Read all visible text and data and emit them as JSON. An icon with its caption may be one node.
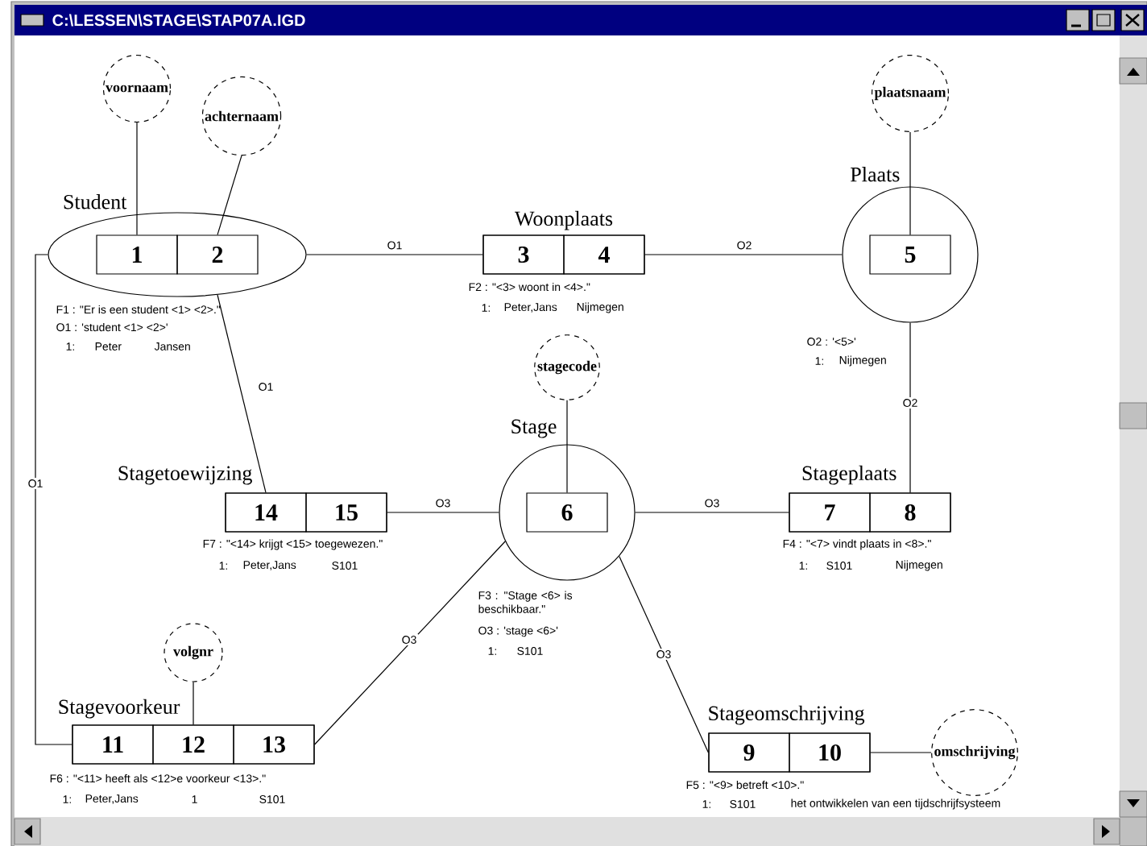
{
  "diagram": {
    "title": "C:\\LESSEN\\STAGE\\STAP07A.IGD",
    "nodes": [
      {
        "text": [
          "voornaam"
        ]
      },
      {
        "text": [
          "achternaam"
        ]
      },
      {
        "text": [
          "plaatsnaam"
        ]
      },
      {
        "text": [
          "Student"
        ],
        "beside": [
          "F1 : \"Er is een student <1> <2>.\"",
          "O1 : 'student <1> <2>'",
          "1:",
          "Peter",
          "Jansen"
        ]
      },
      {
        "text": [
          "1"
        ],
        "in": 3
      },
      {
        "text": [
          "2"
        ],
        "in": 3
      },
      {
        "text": [
          "Woonplaats"
        ],
        "beside": [
          "F2 : \"<3> woont in <4>.\"",
          "1:",
          "Peter,Jans",
          "Nijmegen"
        ]
      },
      {
        "text": [
          "3"
        ],
        "in": 6
      },
      {
        "text": [
          "4"
        ],
        "in": 6
      },
      {
        "text": [
          "Plaats"
        ],
        "beside": [
          "O2 : '<5>'",
          "1:",
          "Nijmegen"
        ]
      },
      {
        "text": [
          "5"
        ],
        "in": 9
      },
      {
        "text": [
          "stagecode"
        ]
      },
      {
        "text": [
          "Stage"
        ],
        "beside": [
          "F3 : \"Stage <6> is beschikbaar.\"",
          "O3 : 'stage <6>'",
          "1:",
          "S101"
        ]
      },
      {
        "text": [
          "6"
        ],
        "in": 12
      },
      {
        "text": [
          "Stagetoewijzing"
        ],
        "beside": [
          "F7 : \"<14> krijgt <15> toegewezen.\"",
          "1:",
          "Peter,Jans",
          "S101"
        ]
      },
      {
        "text": [
          "14"
        ],
        "in": 14
      },
      {
        "text": [
          "15"
        ],
        "in": 14
      },
      {
        "text": [
          "Stageplaats"
        ],
        "beside": [
          "F4 : \"<7> vindt plaats in <8>.\"",
          "1:",
          "S101",
          "Nijmegen"
        ]
      },
      {
        "text": [
          "7"
        ],
        "in": 17
      },
      {
        "text": [
          "8"
        ],
        "in": 17
      },
      {
        "text": [
          "volgnr"
        ]
      },
      {
        "text": [
          "Stagevoorkeur"
        ],
        "beside": [
          "F6 : \"<11> heeft als <12>e voorkeur <13>.\"",
          "1:",
          "Peter,Jans",
          "1",
          "S101"
        ]
      },
      {
        "text": [
          "11"
        ],
        "in": 21
      },
      {
        "text": [
          "12"
        ],
        "in": 21
      },
      {
        "text": [
          "13"
        ],
        "in": 21
      },
      {
        "text": [
          "Stageomschrijving"
        ],
        "beside": [
          "F5 : \"<9> betreft <10>.\"",
          "1:",
          "S101",
          "het ontwikkelen van een tijdschrijfsysteem"
        ]
      },
      {
        "text": [
          "9"
        ],
        "in": 25
      },
      {
        "text": [
          "10"
        ],
        "in": 25
      },
      {
        "text": [
          "omschrijving"
        ]
      }
    ],
    "edges": [
      {
        "from": 0,
        "to": 4,
        "arrow": "none"
      },
      {
        "from": 1,
        "to": 5,
        "arrow": "none"
      },
      {
        "from": 2,
        "to": 10,
        "arrow": "none"
      },
      {
        "from": 3,
        "to": 7,
        "arrow": "none",
        "label": "O1"
      },
      {
        "from": 8,
        "to": 9,
        "arrow": "none",
        "label": "O2"
      },
      {
        "from": 9,
        "to": 19,
        "arrow": "none",
        "label": "O2"
      },
      {
        "from": 11,
        "to": 13,
        "arrow": "none"
      },
      {
        "from": 3,
        "to": 15,
        "arrow": "none",
        "label": "O1"
      },
      {
        "from": 16,
        "to": 12,
        "arrow": "none",
        "label": "O3"
      },
      {
        "from": 12,
        "to": 18,
        "arrow": "none",
        "label": "O3"
      },
      {
        "from": 3,
        "to": 22,
        "arrow": "none",
        "label": "O1"
      },
      {
        "from": 20,
        "to": 23,
        "arrow": "none"
      },
      {
        "from": 24,
        "to": 12,
        "arrow": "none",
        "label": "O3"
      },
      {
        "from": 12,
        "to": 26,
        "arrow": "none",
        "label": "O3"
      },
      {
        "from": 27,
        "to": 28,
        "arrow": "none"
      }
    ]
  }
}
